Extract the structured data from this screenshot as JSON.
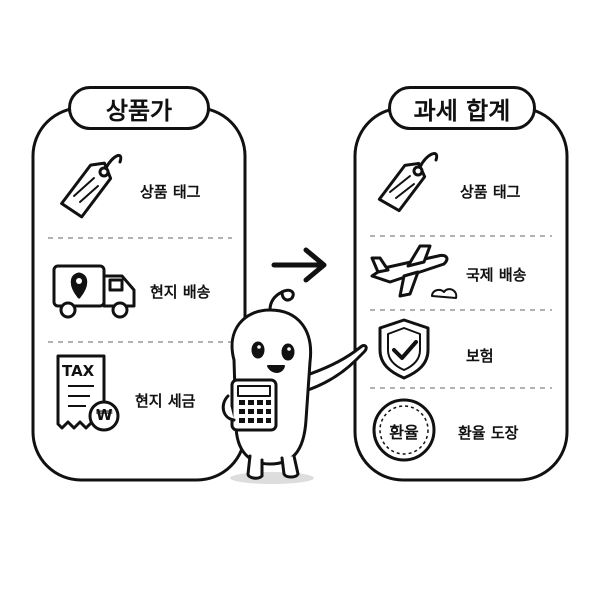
{
  "left_panel": {
    "title": "상품가",
    "items": [
      {
        "label": "상품 태그",
        "icon": "price-tag-icon"
      },
      {
        "label": "현지 배송",
        "icon": "delivery-truck-icon"
      },
      {
        "label": "현지 세금",
        "icon": "tax-receipt-icon",
        "receipt_text": "TAX",
        "badge_text": "₩"
      }
    ]
  },
  "right_panel": {
    "title": "과세 합계",
    "items": [
      {
        "label": "상품 태그",
        "icon": "price-tag-icon"
      },
      {
        "label": "국제 배송",
        "icon": "airplane-icon"
      },
      {
        "label": "보험",
        "icon": "shield-check-icon"
      },
      {
        "label": "환율 도장",
        "icon": "exchange-stamp-icon",
        "stamp_text": "환율"
      }
    ]
  },
  "arrow": {
    "icon": "arrow-right-icon"
  },
  "mascot": {
    "icon": "mascot-with-calculator-icon"
  }
}
